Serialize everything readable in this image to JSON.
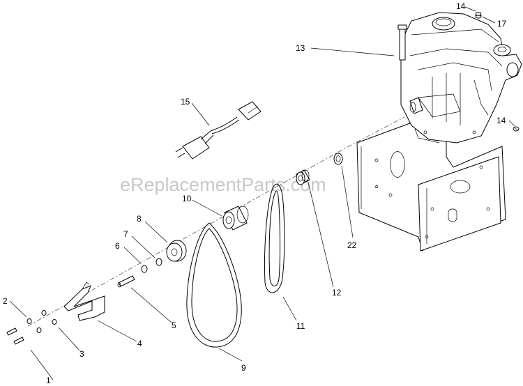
{
  "watermark": "eReplacementParts.com",
  "callouts": [
    "1",
    "2",
    "3",
    "4",
    "5",
    "6",
    "7",
    "8",
    "9",
    "10",
    "11",
    "12",
    "13",
    "14",
    "14",
    "15",
    "17",
    "22"
  ]
}
